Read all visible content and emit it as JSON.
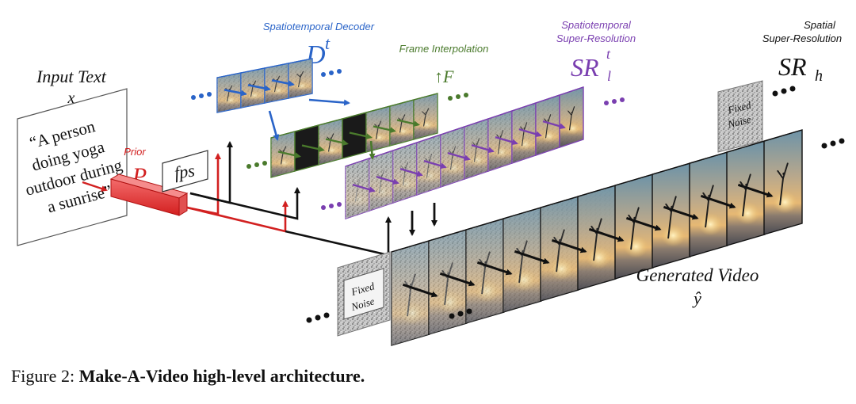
{
  "colors": {
    "decoder": "#2a64c8",
    "interp": "#4a7a2c",
    "sr_l": "#7a3fb0",
    "prior": "#d22020",
    "dark": "#111111",
    "sky_top": "#5f8aa0",
    "sky_mid": "#c8a57a",
    "sun": "#f1c36a",
    "ground": "#3a3a3a"
  },
  "input": {
    "title": "Input Text",
    "var": "x",
    "quote_lines": [
      "“A person",
      "doing yoga",
      "outdoor during",
      "a sunrise”"
    ]
  },
  "prior": {
    "label": "Prior",
    "symbol": "P"
  },
  "fps": "fps",
  "decoder": {
    "label": "Spatiotemporal Decoder",
    "symbol": "D",
    "sup": "t"
  },
  "interp": {
    "label": "Frame Interpolation",
    "symbol": "↑F"
  },
  "sr_l": {
    "label_line1": "Spatiotemporal",
    "label_line2": "Super-Resolution",
    "symbol": "SR",
    "sub": "l",
    "sup": "t"
  },
  "sr_h": {
    "label_line1": "Spatial",
    "label_line2": "Super-Resolution",
    "symbol": "SR",
    "sub": "h"
  },
  "noise": {
    "line1": "Fixed",
    "line2": "Noise"
  },
  "output": {
    "title": "Generated Video",
    "var": "ŷ"
  },
  "caption": {
    "prefix": "Figure 2:",
    "bold": "Make-A-Video high-level architecture."
  }
}
